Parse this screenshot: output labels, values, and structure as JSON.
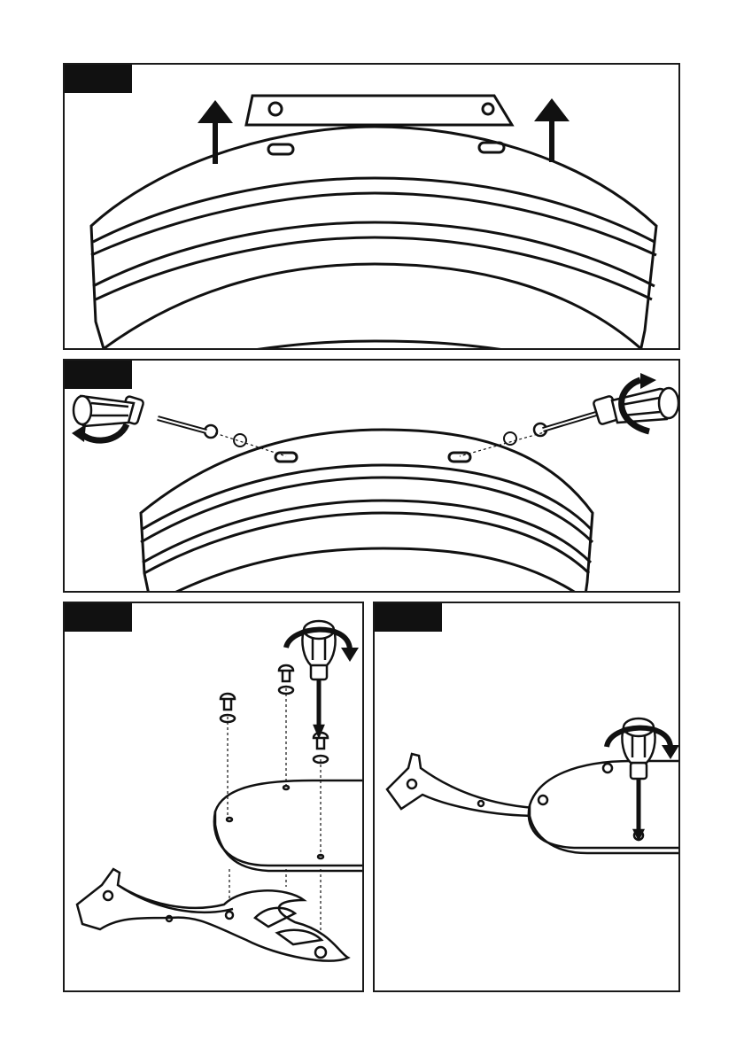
{
  "steps": [
    {
      "id": "step-1",
      "tab": ""
    },
    {
      "id": "step-2",
      "tab": ""
    },
    {
      "id": "step-3",
      "tab": ""
    },
    {
      "id": "step-4",
      "tab": ""
    }
  ],
  "colors": {
    "line": "#111111",
    "fill": "#ffffff",
    "tab": "#111111"
  },
  "icons": [
    "up-arrow-icon",
    "screwdriver-icon",
    "rotate-arrow-icon",
    "screw-icon",
    "washer-icon",
    "lock-washer-icon"
  ]
}
